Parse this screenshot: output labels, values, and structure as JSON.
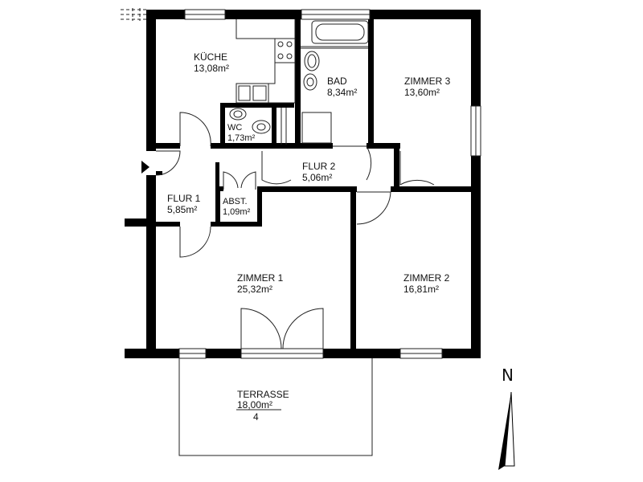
{
  "rooms": {
    "kueche": {
      "name": "KÜCHE",
      "area": "13,08m²"
    },
    "bad": {
      "name": "BAD",
      "area": "8,34m²"
    },
    "zimmer3": {
      "name": "ZIMMER 3",
      "area": "13,60m²"
    },
    "wc": {
      "name": "WC",
      "area": "1,73m²"
    },
    "flur2": {
      "name": "FLUR 2",
      "area": "5,06m²"
    },
    "flur1": {
      "name": "FLUR 1",
      "area": "5,85m²"
    },
    "abst": {
      "name": "ABST.",
      "area": "1,09m²"
    },
    "zimmer1": {
      "name": "ZIMMER 1",
      "area": "25,32m²"
    },
    "zimmer2": {
      "name": "ZIMMER 2",
      "area": "16,81m²"
    },
    "terrasse": {
      "name": "TERRASSE",
      "area": "18,00m²",
      "note": "4"
    }
  },
  "north": {
    "label": "N"
  },
  "colors": {
    "wall": "#000000",
    "line": "#222222",
    "background": "#ffffff"
  }
}
